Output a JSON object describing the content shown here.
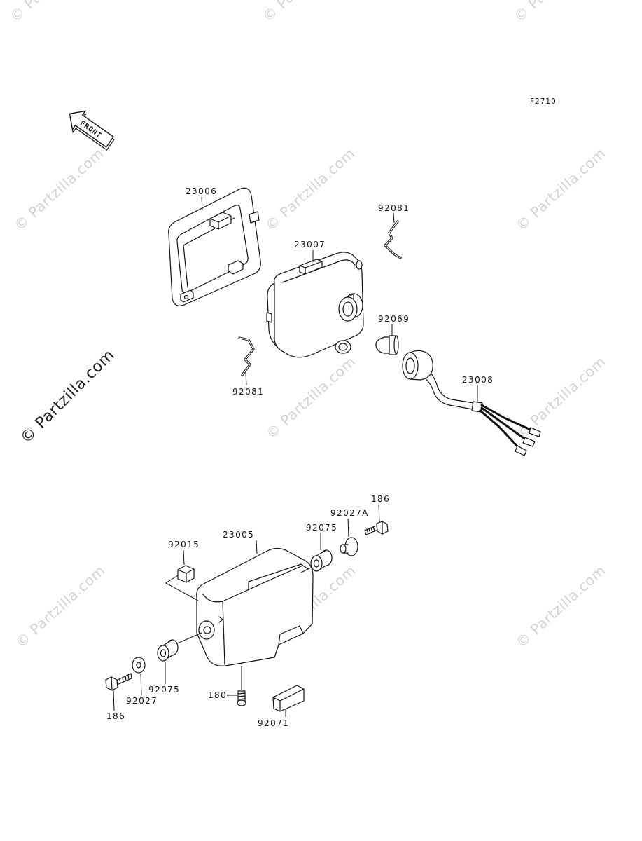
{
  "page": {
    "diagram_code": "F2710",
    "front_label": "FRONT",
    "watermark": "© Partzilla.com"
  },
  "callouts": {
    "headlight_rim": "23006",
    "headlight_housing": "23007",
    "spring_clip_upper": "92081",
    "spring_clip_lower": "92081",
    "bulb": "92069",
    "socket_assembly": "23008",
    "headlight_cover": "23005",
    "nut": "92015",
    "grommet_upper": "92075",
    "grommet_lower": "92075",
    "collar_upper": "92027A",
    "bolt_upper": "186",
    "bolt_lower": "186",
    "collar_lower": "92027",
    "screw": "180",
    "clamp": "92071"
  },
  "colors": {
    "background": "#ffffff",
    "line": "#111111",
    "watermark": "#d3d3d3",
    "watermark_strong": "#1a1a1a"
  }
}
